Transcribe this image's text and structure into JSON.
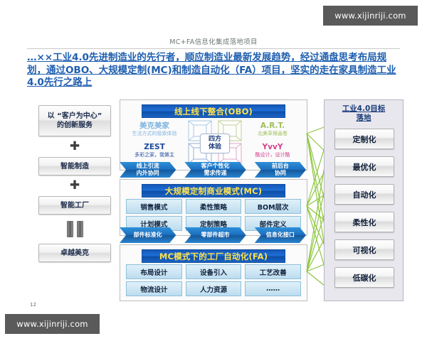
{
  "watermark": {
    "top": "www.xijinriji.com",
    "bottom": "www.xijinriji.com"
  },
  "header": {
    "subtitle": "MC+FA信息化集成落地项目",
    "title": "…××工业4.0先进制造业的先行者，顺应制造业最新发展趋势，经过通盘思考布局规划，通过OBO、大规模定制(MC)和制造自动化（FA）项目，坚实的走在家具制造工业4.0先行之路上"
  },
  "left_column": {
    "items": [
      {
        "label": "以 “客户为中心”\n的创新服务"
      },
      {
        "label": "智能制造"
      },
      {
        "label": "智能工厂"
      },
      {
        "label": "卓越美克"
      }
    ],
    "plus_symbol": "✚",
    "equals_symbol": "||"
  },
  "panels": {
    "obo": {
      "title": "线上线下整合(OBO)",
      "center": "四方\n体验",
      "brands": [
        {
          "name": "美克美家",
          "sub": "生活方式的极致体验",
          "color": "#7fb4e0"
        },
        {
          "name": "A.R.T.",
          "sub": "北美草根画卷",
          "color": "#9fbf5a"
        },
        {
          "name": "ZEST",
          "sub": "多彩之家，我做主",
          "color": "#1b4aa0"
        },
        {
          "name": "YvvY",
          "sub": "酷设计，设计酷",
          "color": "#d43f8c"
        }
      ]
    },
    "mc": {
      "title": "大规模定制商业模式(MC)",
      "tiles": [
        "销售模式",
        "柔性策略",
        "BOM层次",
        "计划模式",
        "定制策略",
        "部件定义"
      ]
    },
    "fa": {
      "title": "MC模式下的工厂自动化(FA)",
      "tiles": [
        "布局设计",
        "设备引入",
        "工艺改善",
        "物流设计",
        "人力资源",
        "……"
      ]
    }
  },
  "chevrons": {
    "row1": [
      "线上引流\n内外协同",
      "客户个性化\n需求传递",
      "前后台\n协同"
    ],
    "row2": [
      "部件标准化",
      "零部件超市",
      "信息化接口"
    ]
  },
  "right_column": {
    "title": "工业4.0目标\n落地",
    "items": [
      "定制化",
      "最优化",
      "自动化",
      "柔性化",
      "可视化",
      "低碳化"
    ]
  },
  "page_number": "12",
  "colors": {
    "title_blue": "#1f5fb0",
    "bar_blue": "#1657b8",
    "bar_text_yellow": "#ffe14d",
    "tile_blue": "#cfe7f4",
    "arrow_green": "#8dc63f",
    "watermark_gray": "#5a5a5a"
  }
}
